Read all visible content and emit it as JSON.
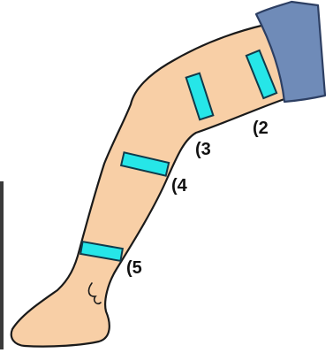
{
  "figure": {
    "labels": [
      {
        "id": "2",
        "text": "(2"
      },
      {
        "id": "3",
        "text": "(3"
      },
      {
        "id": "4",
        "text": "(4"
      },
      {
        "id": "5",
        "text": "(5"
      }
    ]
  },
  "colors": {
    "skin": "#f8cfa6",
    "outline": "#1a1a1a",
    "shorts": "#6f8bb8",
    "shorts_outline": "#2d3f63",
    "tape": "#26e6e8",
    "tape_outline": "#0f3b4b",
    "label": "#111111"
  }
}
